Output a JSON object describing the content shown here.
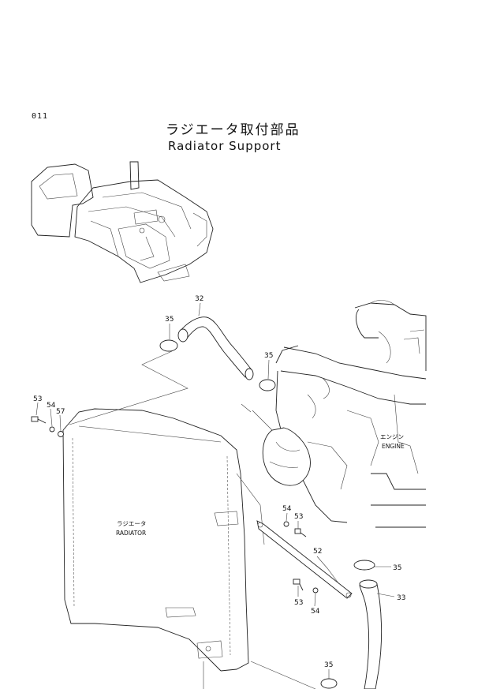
{
  "header": {
    "page_number": "011",
    "title_jp": "ラジエータ取付部品",
    "title_en": "Radiator Support"
  },
  "labels": {
    "engine_jp": "エンジン",
    "engine_en": "ENGINE",
    "radiator_jp": "ラジエータ",
    "radiator_en": "RADIATOR"
  },
  "callouts": {
    "c32": "32",
    "c35a": "35",
    "c35b": "35",
    "c35c": "35",
    "c35d": "35",
    "c33": "33",
    "c52": "52",
    "c53a": "53",
    "c53b": "53",
    "c53c": "53",
    "c54a": "54",
    "c54b": "54",
    "c54c": "54",
    "c57": "57"
  }
}
